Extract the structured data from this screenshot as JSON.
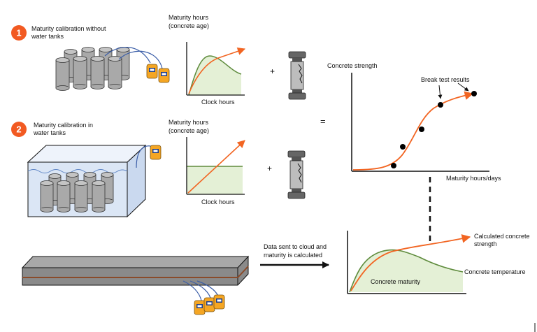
{
  "step1": {
    "number": "1",
    "title_line1": "Maturity calibration without",
    "title_line2": "water tanks"
  },
  "step2": {
    "number": "2",
    "title_line1": "Maturity calibration in",
    "title_line2": "water tanks"
  },
  "mini_chart1": {
    "ylabel_line1": "Maturity hours",
    "ylabel_line2": "(concrete age)",
    "xlabel": "Clock hours"
  },
  "mini_chart2": {
    "ylabel_line1": "Maturity hours",
    "ylabel_line2": "(concrete age)",
    "xlabel": "Clock hours"
  },
  "operators": {
    "plus": "+",
    "equals": "="
  },
  "strength_chart": {
    "ylabel": "Concrete strength",
    "xlabel": "Maturity hours/days",
    "annotation": "Break test results"
  },
  "transfer": {
    "label_line1": "Data sent to cloud and",
    "label_line2": "maturity is calculated"
  },
  "final_chart": {
    "series_strength_line1": "Calculated concrete",
    "series_strength_line2": "strength",
    "series_temperature": "Concrete temperature",
    "area_label": "Concrete maturity"
  },
  "colors": {
    "badge": "#f25a22",
    "strength_line": "#f26522",
    "temperature_line": "#5e8b3c",
    "area_fill": "#e4f0d6",
    "cylinder": "#a9a9a9",
    "tank": "#dbe6f5",
    "slab": "#8a8a8a",
    "sensor": "#f5a623"
  },
  "icons": [
    "concrete-cylinder-icon",
    "maturity-sensor-icon",
    "compression-test-icon",
    "water-tank-icon",
    "concrete-slab-icon"
  ]
}
